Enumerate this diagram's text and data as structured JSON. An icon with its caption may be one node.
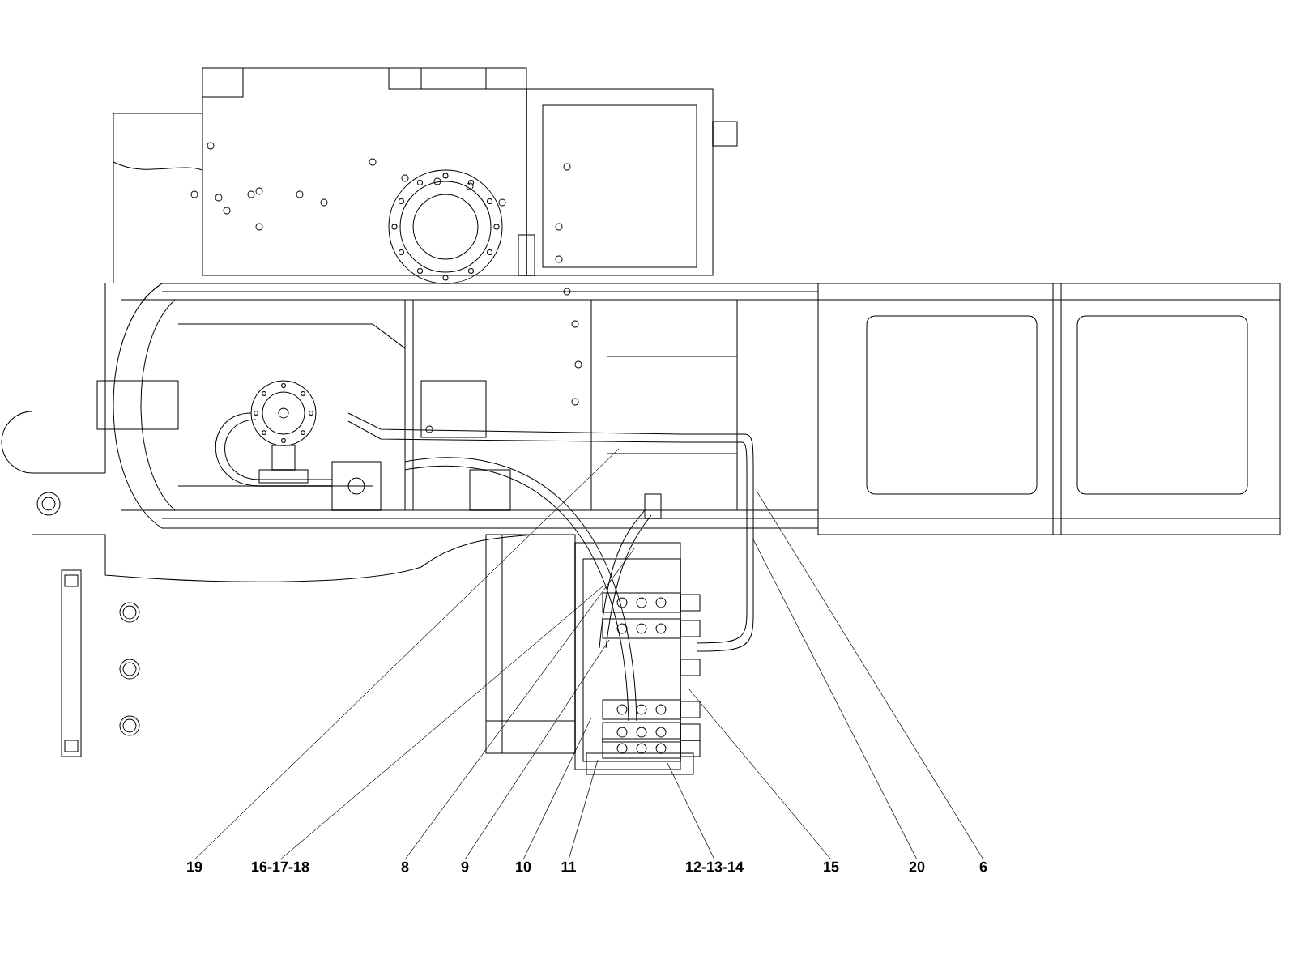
{
  "diagram": {
    "nodes": [
      {
        "text": [
          "19"
        ]
      },
      {
        "text": [
          "16-17-18"
        ]
      },
      {
        "text": [
          "8"
        ]
      },
      {
        "text": [
          "9"
        ]
      },
      {
        "text": [
          "10"
        ]
      },
      {
        "text": [
          "11"
        ]
      },
      {
        "text": [
          "12-13-14"
        ]
      },
      {
        "text": [
          "15"
        ]
      },
      {
        "text": [
          "20"
        ]
      },
      {
        "text": [
          "6"
        ]
      }
    ],
    "edges": [
      {
        "from": 0,
        "to": null,
        "arrow": "none"
      },
      {
        "from": 1,
        "to": null,
        "arrow": "none"
      },
      {
        "from": 2,
        "to": null,
        "arrow": "none"
      },
      {
        "from": 3,
        "to": null,
        "arrow": "none"
      },
      {
        "from": 4,
        "to": null,
        "arrow": "none"
      },
      {
        "from": 5,
        "to": null,
        "arrow": "none"
      },
      {
        "from": 6,
        "to": null,
        "arrow": "none"
      },
      {
        "from": 7,
        "to": null,
        "arrow": "none"
      },
      {
        "from": 8,
        "to": null,
        "arrow": "none"
      },
      {
        "from": 9,
        "to": null,
        "arrow": "none"
      }
    ]
  }
}
